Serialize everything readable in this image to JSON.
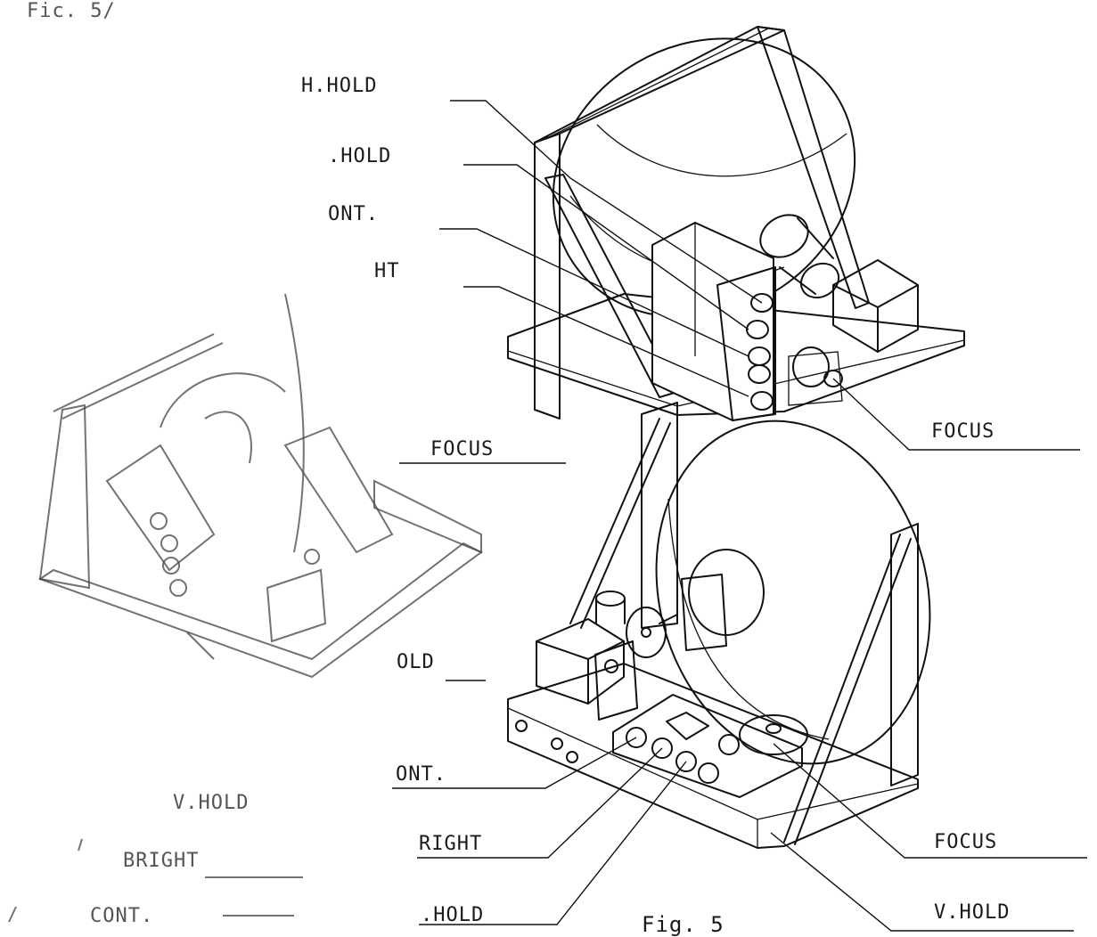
{
  "header": {
    "fig_fragment": "Fic. 5/"
  },
  "labels": {
    "upper_left": {
      "h_hold": "H.HOLD",
      "v_hold": ".HOLD",
      "cont": "ONT.",
      "bright": "HT"
    },
    "upper_right": {
      "focus": "FOCUS"
    },
    "middle": {
      "focus": "FOCUS",
      "hold": "OLD",
      "cont": "ONT."
    },
    "lower_left": {
      "v_hold": "V.HOLD",
      "bright": "BRIGHT",
      "cont": "CONT."
    },
    "lower_center": {
      "bright": "RIGHT",
      "hold": ".HOLD"
    },
    "lower_right": {
      "focus": "FOCUS",
      "v_hold": "V.HOLD"
    }
  },
  "caption": "Fig. 5"
}
